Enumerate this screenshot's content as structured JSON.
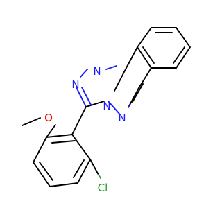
{
  "molecule": {
    "atoms": {
      "n1": "N",
      "n2": "N",
      "n3": "N",
      "n4": "N",
      "o": "O",
      "cl": "Cl"
    },
    "colors": {
      "carbon_bond": "#000000",
      "nitrogen": "#1a1aff",
      "oxygen": "#ff0000",
      "chlorine": "#1f9e1f"
    }
  }
}
